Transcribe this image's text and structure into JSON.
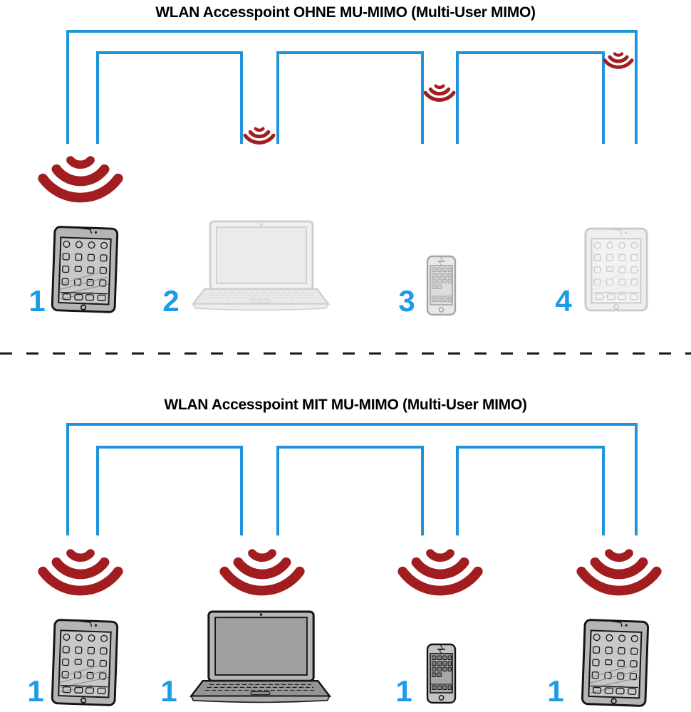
{
  "sections": [
    {
      "id": "without-mu-mimo",
      "title": "WLAN Accesspoint OHNE MU-MIMO (Multi-User MIMO)",
      "devices": [
        {
          "label": "1",
          "type": "tablet",
          "signal": "large",
          "state": "active"
        },
        {
          "label": "2",
          "type": "laptop",
          "signal": "small",
          "state": "waiting"
        },
        {
          "label": "3",
          "type": "smartphone",
          "signal": "small",
          "state": "waiting"
        },
        {
          "label": "4",
          "type": "tablet",
          "signal": "small",
          "state": "waiting"
        }
      ]
    },
    {
      "id": "with-mu-mimo",
      "title": "WLAN Accesspoint MIT MU-MIMO (Multi-User MIMO)",
      "devices": [
        {
          "label": "1",
          "type": "tablet",
          "signal": "large",
          "state": "active"
        },
        {
          "label": "1",
          "type": "laptop",
          "signal": "large",
          "state": "active"
        },
        {
          "label": "1",
          "type": "smartphone",
          "signal": "large",
          "state": "active"
        },
        {
          "label": "1",
          "type": "tablet",
          "signal": "large",
          "state": "active"
        }
      ]
    }
  ],
  "colors": {
    "connection_blue": "#2094db",
    "label_blue": "#1c9ce8",
    "wifi_red": "#a11d20",
    "divider_black": "#1a1a1a"
  }
}
